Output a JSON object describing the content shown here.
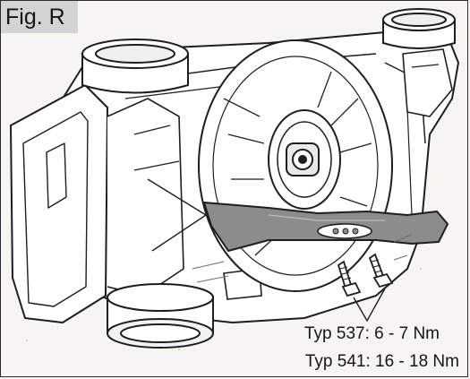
{
  "figure": {
    "label": "Fig. R",
    "label_bg_color": "#d4d4d4",
    "line_color": "#1e1e1e",
    "blade_color": "#8c8c8c"
  },
  "torque_specs": [
    {
      "text": "Typ 537: 6 - 7 Nm"
    },
    {
      "text": "Typ 541: 16 - 18 Nm"
    }
  ],
  "parts": {
    "deck": "mower-deck",
    "fan": "blade-adapter-fan",
    "hub": "drive-shaft-hub",
    "blade": "cutting-blade",
    "bolts": "blade-bolts",
    "wheels": "wheel-hubs"
  }
}
